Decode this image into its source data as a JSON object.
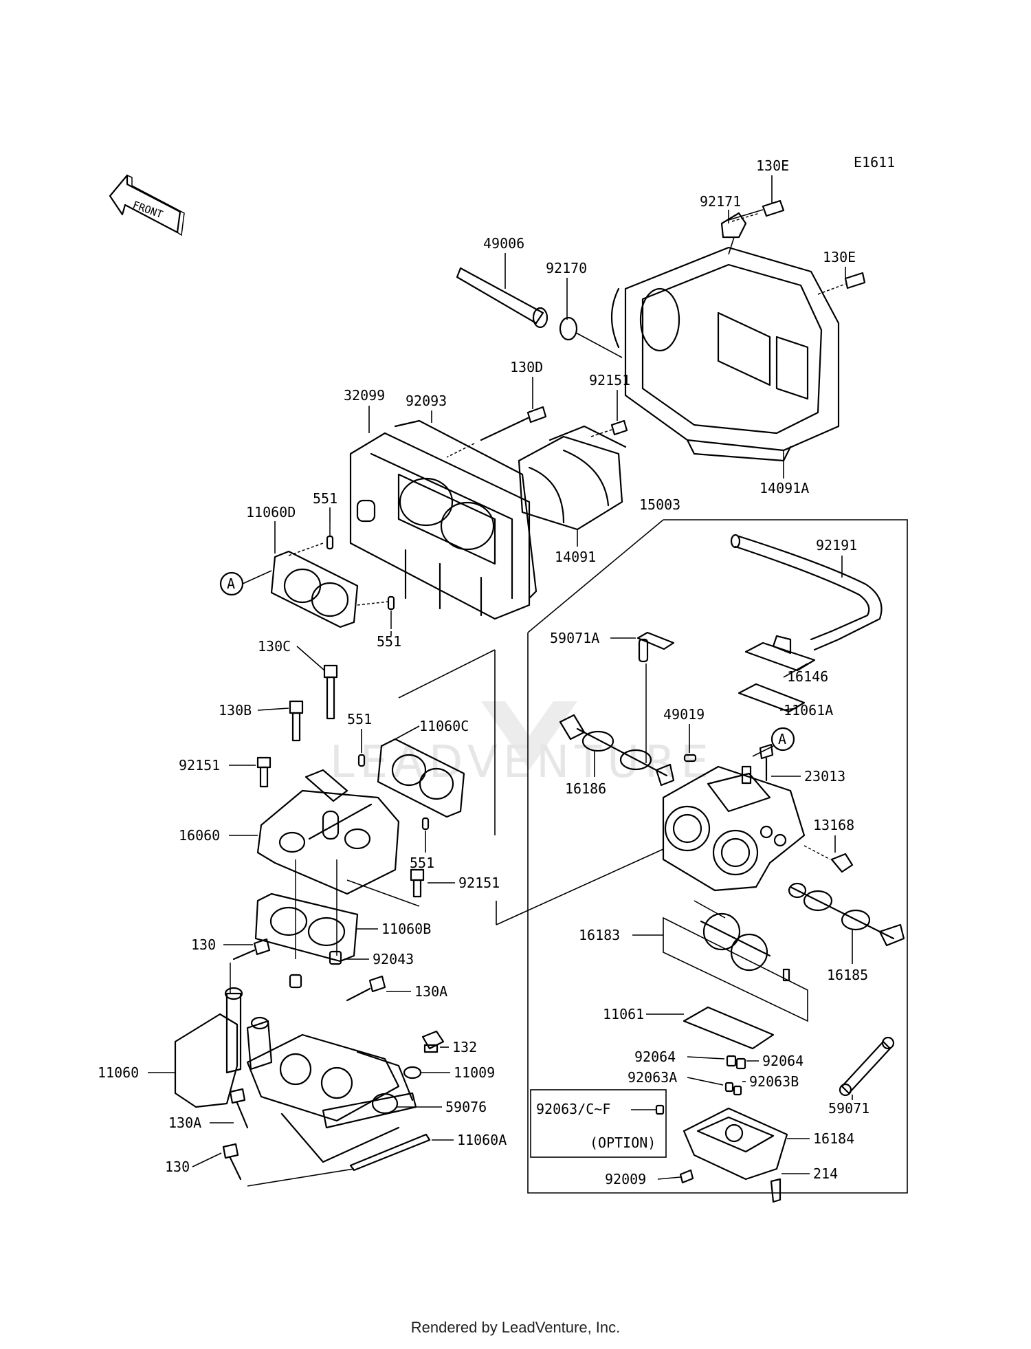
{
  "diagram_code": "E1611",
  "front_label": "FRONT",
  "watermark_text": "LEADVENTURE",
  "footer_text": "Rendered by LeadVenture, Inc.",
  "option_box": {
    "part": "92063/C~F",
    "note": "(OPTION)"
  },
  "callouts": [
    "A",
    "A"
  ],
  "part_labels": [
    "92171",
    "130E",
    "130E",
    "49006",
    "92170",
    "130D",
    "92151",
    "32099",
    "92093",
    "551",
    "11060D",
    "551",
    "14091",
    "14091A",
    "15003",
    "92191",
    "59071A",
    "16146",
    "49019",
    "11061A",
    "23013",
    "16186",
    "13168",
    "130C",
    "130B",
    "551",
    "11060C",
    "92151",
    "16060",
    "551",
    "92151",
    "11060B",
    "130",
    "92043",
    "130A",
    "16183",
    "16185",
    "11061",
    "92064",
    "92064",
    "92063A",
    "92063B",
    "59071",
    "132",
    "11009",
    "11060",
    "59076",
    "130A",
    "11060A",
    "16184",
    "92009",
    "214",
    "130"
  ]
}
